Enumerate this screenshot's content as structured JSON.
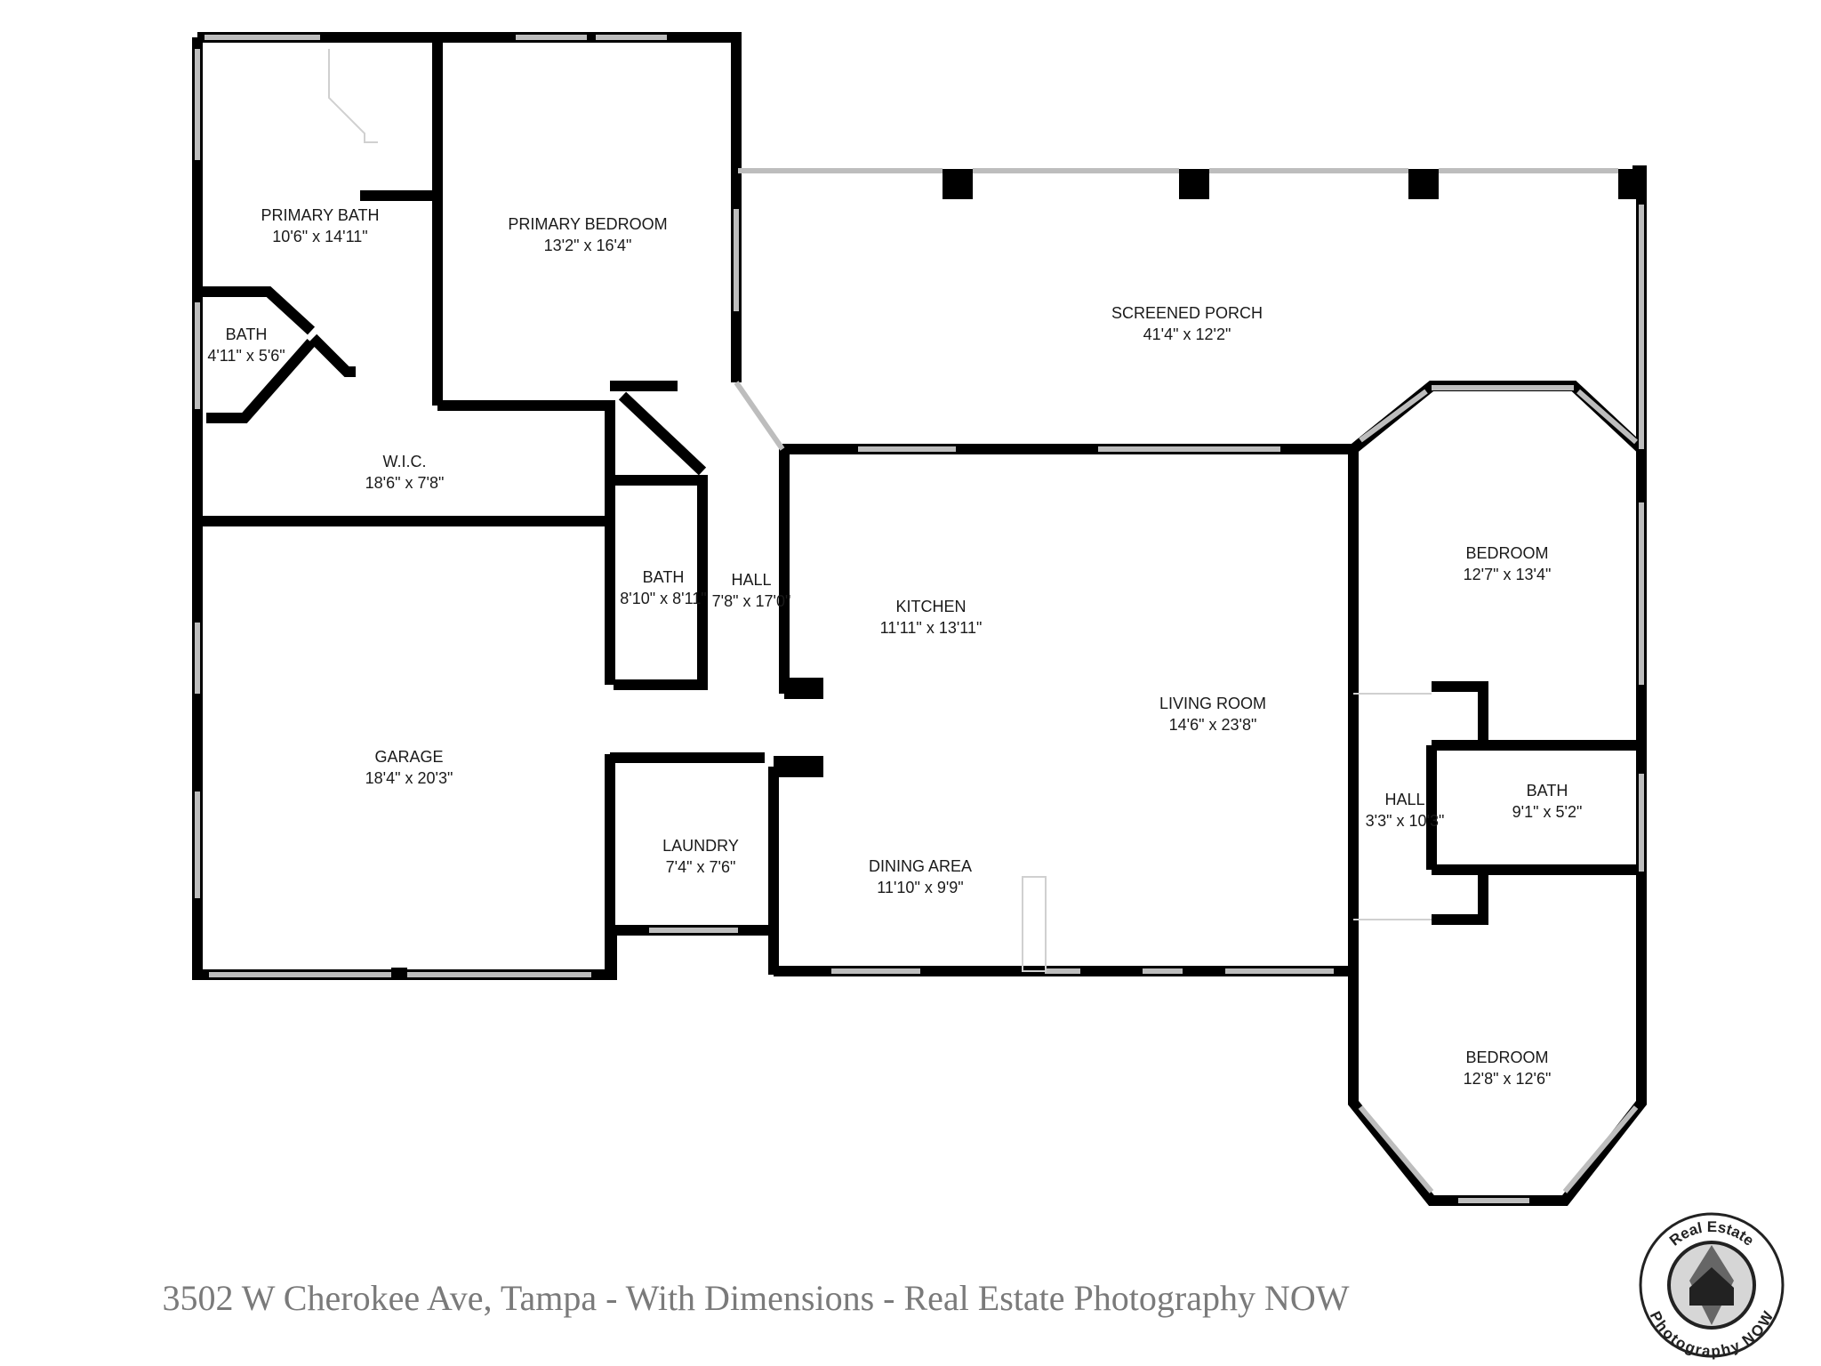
{
  "rooms": {
    "primary_bath": {
      "name": "PRIMARY BATH",
      "dim": "10'6\" x 14'11\""
    },
    "primary_bedroom": {
      "name": "PRIMARY BEDROOM",
      "dim": "13'2\" x 16'4\""
    },
    "screened_porch": {
      "name": "SCREENED PORCH",
      "dim": "41'4\" x 12'2\""
    },
    "bath_small": {
      "name": "BATH",
      "dim": "4'11\" x 5'6\""
    },
    "wic": {
      "name": "W.I.C.",
      "dim": "18'6\" x 7'8\""
    },
    "bath_hall": {
      "name": "BATH",
      "dim": "8'10\" x 8'11\""
    },
    "hall": {
      "name": "HALL",
      "dim": "7'8\" x 17'0\""
    },
    "kitchen": {
      "name": "KITCHEN",
      "dim": "11'11\" x 13'11\""
    },
    "bedroom_1": {
      "name": "BEDROOM",
      "dim": "12'7\" x 13'4\""
    },
    "living_room": {
      "name": "LIVING ROOM",
      "dim": "14'6\" x 23'8\""
    },
    "garage": {
      "name": "GARAGE",
      "dim": "18'4\" x 20'3\""
    },
    "bath_right": {
      "name": "BATH",
      "dim": "9'1\" x 5'2\""
    },
    "hall_right": {
      "name": "HALL",
      "dim": "3'3\" x 10'3\""
    },
    "laundry": {
      "name": "LAUNDRY",
      "dim": "7'4\" x 7'6\""
    },
    "dining_area": {
      "name": "DINING AREA",
      "dim": "11'10\" x 9'9\""
    },
    "bedroom_2": {
      "name": "BEDROOM",
      "dim": "12'8\" x 12'6\""
    }
  },
  "caption": "3502 W Cherokee Ave, Tampa - With Dimensions - Real Estate Photography NOW",
  "logo": {
    "line1": "Real Estate",
    "line2": "Photography NOW"
  },
  "colors": {
    "wall": "#000000",
    "window": "#bdbdbd",
    "caption": "#7a7a7a"
  }
}
